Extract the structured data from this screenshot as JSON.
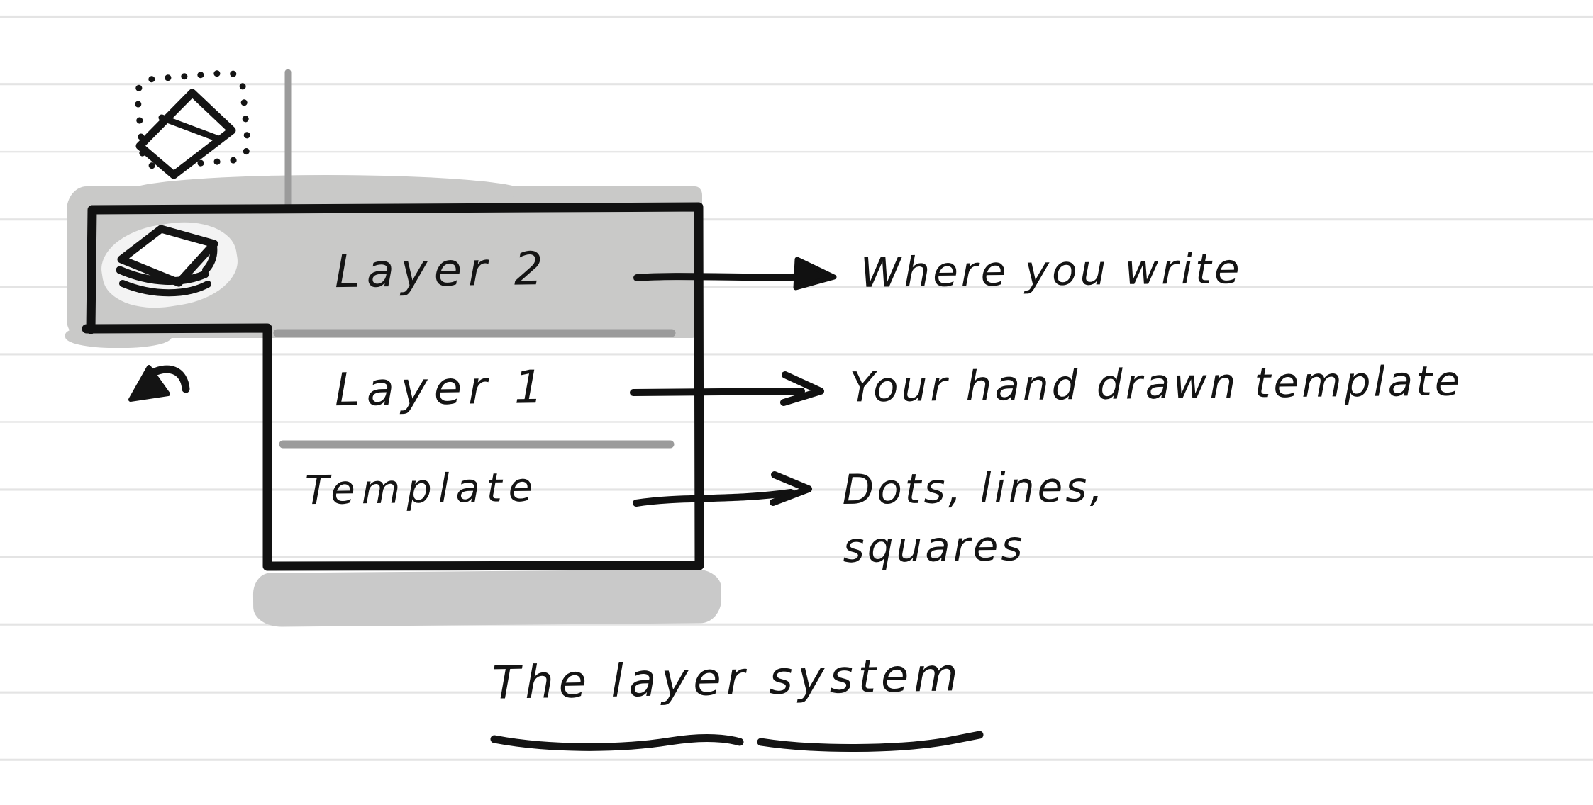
{
  "note": {
    "title": "The layer system",
    "panel": {
      "rows": [
        {
          "label": "Layer 2",
          "annotation": "Where you write",
          "highlighted": true
        },
        {
          "label": "Layer 1",
          "annotation": "Your hand drawn template",
          "highlighted": false
        },
        {
          "label": "Template",
          "annotation": "Dots, lines,\nsquares",
          "highlighted": false
        }
      ]
    },
    "icons": {
      "selection": "page-select-icon",
      "layer_stack": "pages-stack-icon",
      "undo": "undo-arrow-icon"
    },
    "colors": {
      "paper": "#ffffff",
      "ruled_line": "#e4e4e4",
      "ink": "#141414",
      "highlight": "#c9c9c8",
      "divider_gray": "#9b9b9b",
      "shadow": "#c9c9c9"
    }
  }
}
